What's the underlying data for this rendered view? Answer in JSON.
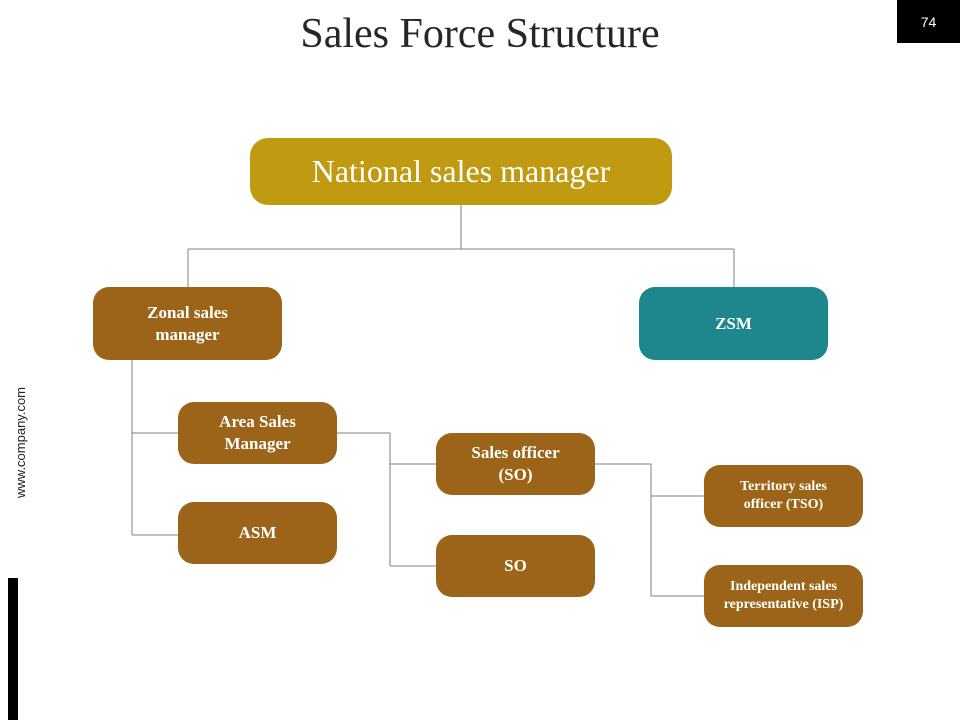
{
  "slide": {
    "title": "Sales Force Structure",
    "page_number": "74",
    "side_text": "www.company.com"
  },
  "colors": {
    "root": "#c09b11",
    "node": "#9c6419",
    "zsm": "#1e868d",
    "connector": "#7f7f7f"
  },
  "org": {
    "root": {
      "label": "National sales manager"
    },
    "zonal": {
      "line1": "Zonal sales",
      "line2": "manager"
    },
    "zsm": {
      "label": "ZSM"
    },
    "area": {
      "line1": "Area Sales",
      "line2": "Manager"
    },
    "asm": {
      "label": "ASM"
    },
    "so1": {
      "line1": "Sales officer",
      "line2": "(SO)"
    },
    "so2": {
      "label": "SO"
    },
    "tso": {
      "line1": "Territory sales",
      "line2": "officer (TSO)"
    },
    "isp": {
      "line1": "Independent sales",
      "line2": "representative (ISP)"
    }
  }
}
